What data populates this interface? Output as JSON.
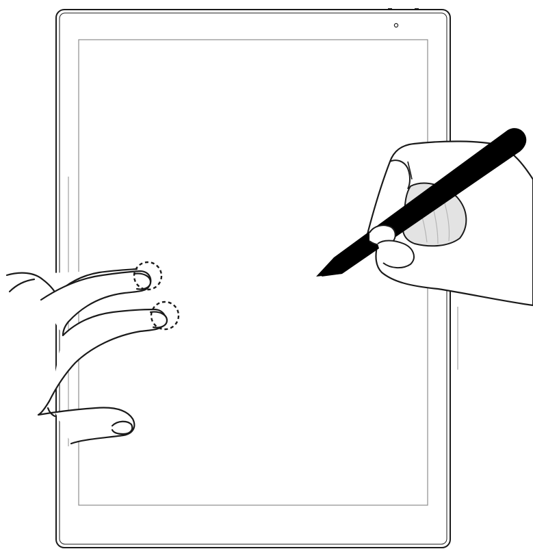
{
  "colors": {
    "background": "#ffffff",
    "outline": "#1a1a1a",
    "pen": "#000000",
    "screen_border": "#8c8c8c",
    "hand_shading": "#d9d9d9"
  },
  "device": {
    "type": "tablet",
    "orientation": "portrait",
    "front_sensor": "camera-dot-icon"
  },
  "gestures": {
    "two_finger_tap": {
      "fingers": 2,
      "indicator": "dashed-circle-icon"
    },
    "stylus_input": {
      "tool": "stylus-pen-icon"
    }
  }
}
